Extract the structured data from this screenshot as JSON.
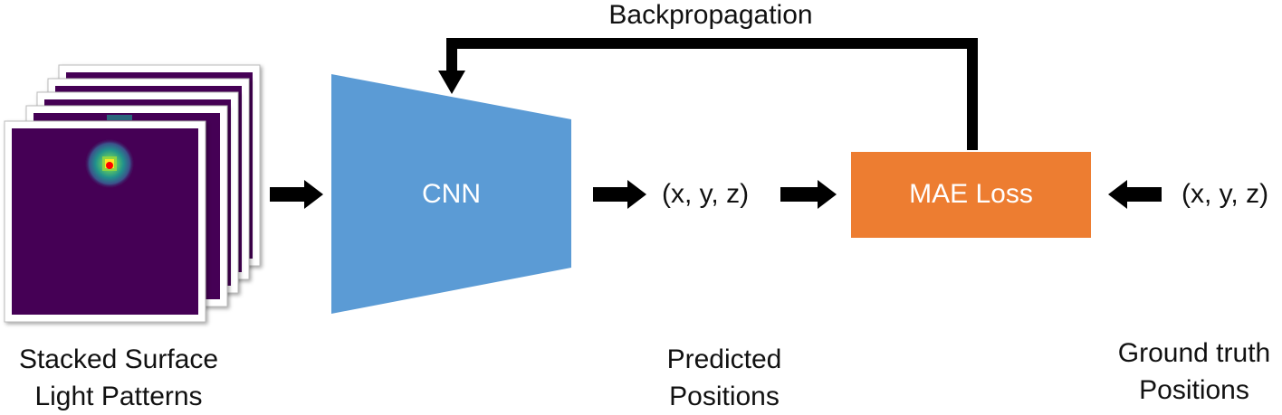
{
  "feedback": {
    "label": "Backpropagation"
  },
  "input": {
    "caption_line1": "Stacked Surface",
    "caption_line2": "Light Patterns",
    "heatmap_bg": "#440154"
  },
  "cnn": {
    "label": "CNN",
    "color": "#5b9bd5"
  },
  "predicted": {
    "value": "(x, y, z)",
    "caption_line1": "Predicted",
    "caption_line2": "Positions"
  },
  "loss": {
    "label": "MAE Loss",
    "color": "#ed7d31"
  },
  "ground_truth": {
    "value": "(x, y, z)",
    "caption_line1": "Ground truth",
    "caption_line2": "Positions"
  }
}
